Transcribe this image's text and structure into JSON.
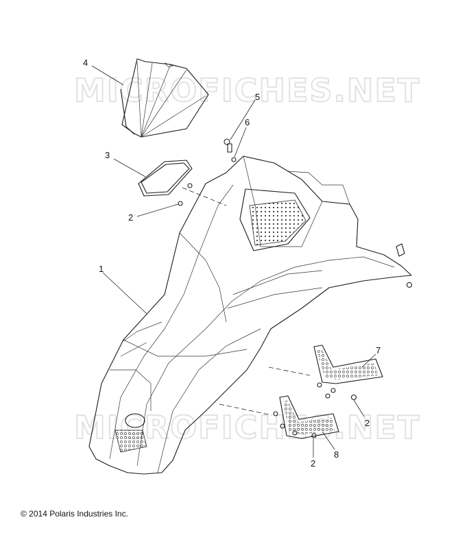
{
  "watermark": "MICROFICHES.NET",
  "copyright": "© 2014 Polaris Industries Inc.",
  "callouts": [
    "1",
    "2",
    "2",
    "2",
    "3",
    "4",
    "5",
    "6",
    "7",
    "8"
  ]
}
